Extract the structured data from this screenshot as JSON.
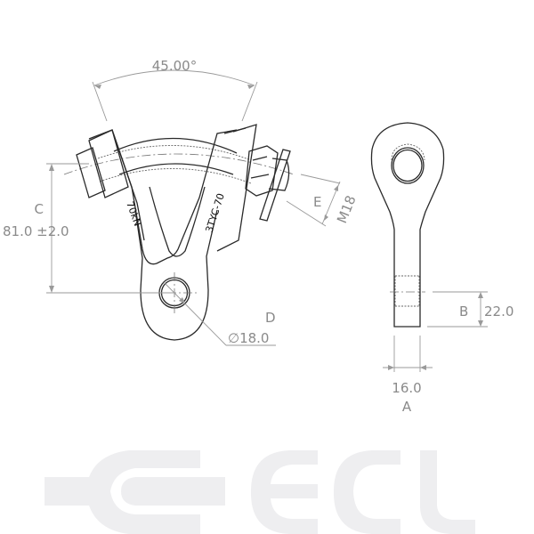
{
  "drawing": {
    "angle_label": "45.00°",
    "dimension_c": {
      "letter": "C",
      "value": "81.0 ±2.0"
    },
    "dimension_d": {
      "letter": "D",
      "value": "∅18.0"
    },
    "dimension_e": {
      "letter": "E",
      "value": "M18"
    },
    "dimension_b": {
      "letter": "B",
      "value": "22.0"
    },
    "dimension_a": {
      "letter": "A",
      "value": "16.0"
    },
    "part_marking_left": "70kN",
    "part_marking_right": "3TYC-70"
  },
  "logo": {
    "text": "ECL",
    "color": "#eeeef0"
  },
  "colors": {
    "outline": "#2a2a2a",
    "dimension": "#9a9a9a",
    "text": "#8a8a8a"
  }
}
